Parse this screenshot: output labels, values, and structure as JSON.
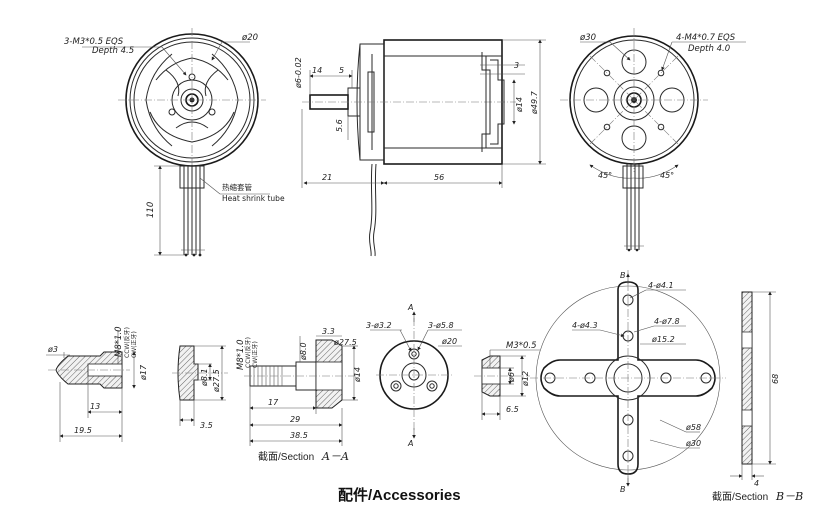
{
  "front_view": {
    "holes_note": "3-M3*0.5 EQS",
    "holes_depth": "Depth 4.5",
    "dia": "ø20",
    "heat_shrink_cn": "热缩套管",
    "heat_shrink_en": "Heat shrink tube",
    "lead_length": "110"
  },
  "side_view": {
    "d14": "14",
    "d5": "5",
    "d3": "3",
    "shaft_dia": "ø6-0.02",
    "d56": "5.6",
    "d21": "21",
    "body_len": "56",
    "flange_dia": "ø14",
    "body_dia": "ø49.7"
  },
  "rear_view": {
    "dia30": "ø30",
    "holes_note": "4-M4*0.7 EQS",
    "holes_depth": "Depth 4.0",
    "angle1": "45°",
    "angle2": "45°"
  },
  "prop_nut": {
    "d3": "ø3",
    "thread": "M8*1.0",
    "dir_ccw": "CCW(反牙)",
    "dir_cw": "CW(正牙)",
    "dia17": "ø17",
    "len13": "13",
    "len195": "19.5"
  },
  "washer": {
    "d81": "ø8.1",
    "d275": "ø27.5",
    "t35": "3.5"
  },
  "adapter": {
    "thread": "M8*1.0",
    "dir_ccw": "CCW(反牙)",
    "dir_cw": "CW(正牙)",
    "d8": "ø8.0",
    "d33": "3.3",
    "d275": "ø27.5",
    "d14": "ø14",
    "l17": "17",
    "l29": "29",
    "l385": "38.5",
    "holes32": "3-ø3.2",
    "holes58": "3-ø5.8",
    "dia20": "ø20",
    "sec_a": "A",
    "sec_a2": "A",
    "caption_cn": "截面/Section",
    "caption_sec": "A－A"
  },
  "collet": {
    "thread": "M3*0.5",
    "d6": "ø6",
    "d12": "ø12",
    "l65": "6.5"
  },
  "cross_mount": {
    "h41": "4-ø4.1",
    "h43": "4-ø4.3",
    "h78": "4-ø7.8",
    "d152": "ø15.2",
    "d58": "ø58",
    "d30": "ø30",
    "sec_b": "B",
    "sec_b2": "B",
    "height": "68",
    "thick": "4",
    "caption_cn": "截面/Section",
    "caption_sec": "B－B"
  },
  "accessories_title": "配件/Accessories"
}
